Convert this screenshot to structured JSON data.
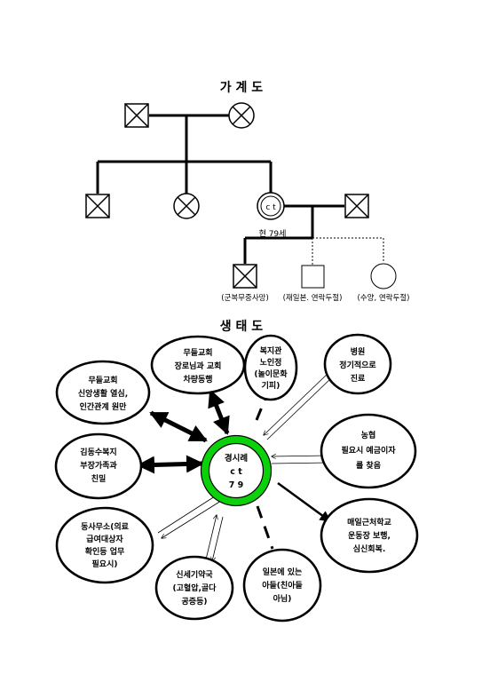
{
  "genogram": {
    "title": "가 계 도",
    "client_label": "c t",
    "client_age": "현 79세",
    "children_notes": [
      "(군복무중사망)",
      "(재일본. 연락두절)",
      "(수양, 연락두절)"
    ]
  },
  "ecomap": {
    "title": "생 태 도",
    "center": {
      "lines": [
        "경시례",
        "c t",
        "7 9"
      ]
    },
    "nodes": [
      {
        "id": "church-elder",
        "lines": [
          "무들교회",
          "장로님과 교회",
          "차량동행"
        ]
      },
      {
        "id": "welfare-center",
        "lines": [
          "복지관",
          "노인정",
          "(놀이문화",
          "기피)"
        ]
      },
      {
        "id": "hospital",
        "lines": [
          "병원",
          "정기적으로",
          "진료"
        ]
      },
      {
        "id": "church-faith",
        "lines": [
          "무들교회",
          "신앙생활 열심,",
          "인간관계 원만"
        ]
      },
      {
        "id": "nonghyup",
        "lines": [
          "농협",
          "필요시 예금이자",
          "를 찾음"
        ]
      },
      {
        "id": "social-worker",
        "lines": [
          "김동수복지",
          "부장가족과",
          "친밀"
        ]
      },
      {
        "id": "dong-office",
        "lines": [
          "동사무소(의료",
          "급여대상자",
          "확인등 업무",
          "필요시)"
        ]
      },
      {
        "id": "school-playground",
        "lines": [
          "매일근처학교",
          "운동장 보행,",
          "심신회복."
        ]
      },
      {
        "id": "pharmacy",
        "lines": [
          "신세기약국",
          "(고혈압,골다",
          "공증등)"
        ]
      },
      {
        "id": "son-japan",
        "lines": [
          "일본에 있는",
          "아들(친아들",
          "아님)"
        ]
      }
    ]
  }
}
